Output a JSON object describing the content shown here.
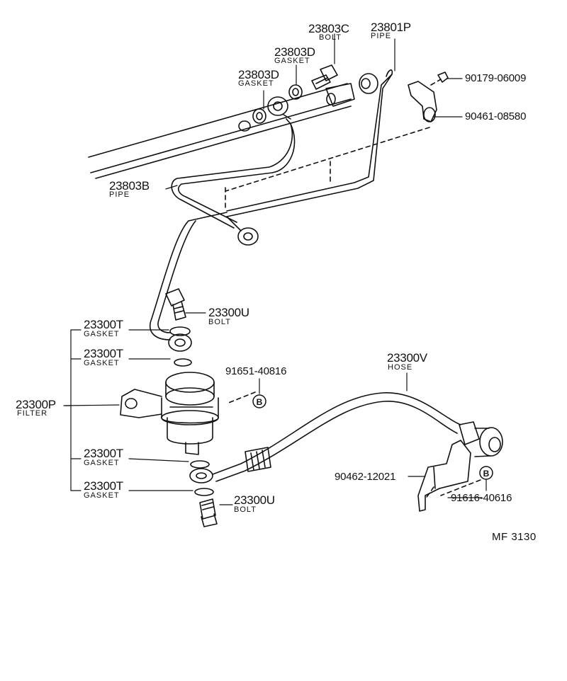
{
  "parts": {
    "p23803C": {
      "number": "23803C",
      "name": "BOLT"
    },
    "p23801P": {
      "number": "23801P",
      "name": "PIPE"
    },
    "p23803D_a": {
      "number": "23803D",
      "name": "GASKET"
    },
    "p23803D_b": {
      "number": "23803D",
      "name": "GASKET"
    },
    "p23803B": {
      "number": "23803B",
      "name": "PIPE"
    },
    "p90179": {
      "number": "90179-06009"
    },
    "p90461": {
      "number": "90461-08580"
    },
    "p23300U_a": {
      "number": "23300U",
      "name": "BOLT"
    },
    "p23300T_a": {
      "number": "23300T",
      "name": "GASKET"
    },
    "p23300T_b": {
      "number": "23300T",
      "name": "GASKET"
    },
    "p23300T_c": {
      "number": "23300T",
      "name": "GASKET"
    },
    "p23300T_d": {
      "number": "23300T",
      "name": "GASKET"
    },
    "p23300P": {
      "number": "23300P",
      "name": "FILTER"
    },
    "p91651": {
      "number": "91651-40816"
    },
    "p23300V": {
      "number": "23300V",
      "name": "HOSE"
    },
    "p90462": {
      "number": "90462-12021"
    },
    "p91616": {
      "number": "91616-40616"
    },
    "p23300U_b": {
      "number": "23300U",
      "name": "BOLT"
    }
  },
  "markers": {
    "b1": "B",
    "b2": "B"
  },
  "figure_code": "MF  3130"
}
